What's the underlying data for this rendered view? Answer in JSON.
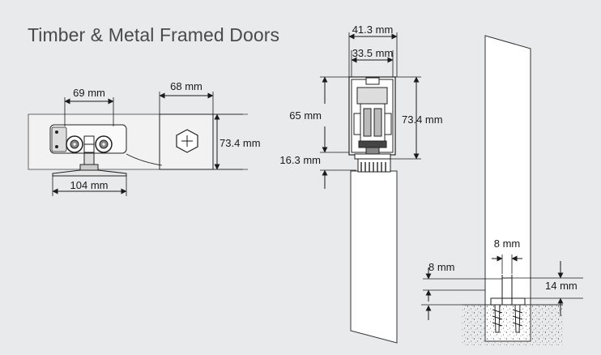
{
  "title": "Timber & Metal Framed Doors",
  "dims": {
    "side_69": "69 mm",
    "side_68": "68 mm",
    "side_73_4": "73.4 mm",
    "side_104": "104 mm",
    "sec_41_3": "41.3 mm",
    "sec_33_5": "33.5 mm",
    "sec_65": "65 mm",
    "sec_73_4": "73.4 mm",
    "sec_16_3": "16.3 mm",
    "floor_8_top": "8 mm",
    "floor_8_left": "8 mm",
    "floor_14": "14 mm"
  },
  "colors": {
    "background": "#e9eaec",
    "line": "#1a1a1a",
    "part_fill": "#ffffff"
  }
}
